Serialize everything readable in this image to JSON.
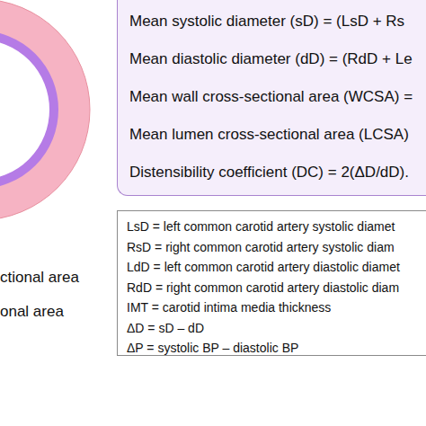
{
  "diagram": {
    "nodes": [
      {
        "text": [
          "Mean systolic diameter (sD) = (LsD + Rs",
          "Mean diastolic diameter (dD) = (RdD + Le",
          "Mean wall cross-sectional area (WCSA) =",
          "Mean lumen cross-sectional area (LCSA)",
          "Distensibility coefficient (DC) = 2(ΔD/dD)."
        ]
      },
      {
        "text": [
          "LsD = left common carotid artery systolic diamet",
          "RsD = right common carotid artery systolic diam",
          "LdD = left common carotid artery diastolic diamet",
          "RdD = right common carotid artery diastolic diam",
          "IMT = carotid intima media thickness",
          "ΔD = sD – dD",
          "ΔP = systolic BP – diastolic BP"
        ]
      }
    ],
    "labels": [
      "ctional area",
      "onal area"
    ]
  }
}
